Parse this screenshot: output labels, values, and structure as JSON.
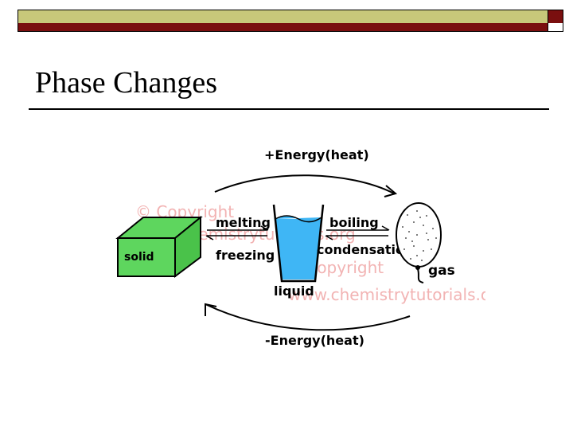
{
  "slide": {
    "title": "Phase Changes"
  },
  "diagram": {
    "top_arrow_label": "+Energy(heat)",
    "bottom_arrow_label": "-Energy(heat)",
    "solid_label": "solid",
    "liquid_label": "liquid",
    "gas_label": "gas",
    "melting_label": "melting",
    "freezing_label": "freezing",
    "boiling_label": "boiling",
    "condensation_label": "condensation",
    "watermark_1": "© Copyright",
    "watermark_2": "www.chemistrytutorials.org",
    "colors": {
      "solid_fill": "#5ed65e",
      "liquid_fill": "#3fb6f5",
      "watermark": "#f2b3b3"
    }
  }
}
